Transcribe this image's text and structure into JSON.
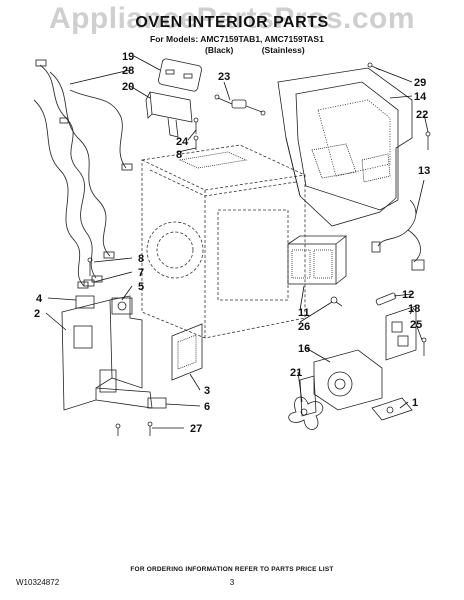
{
  "watermark": "AppliancePartsPros.com",
  "title": "OVEN INTERIOR PARTS",
  "models_line": "For Models: AMC7159TAB1, AMC7159TAS1",
  "color_labels": [
    "(Black)",
    "(Stainless)"
  ],
  "footer": {
    "ordering_info": "FOR ORDERING INFORMATION REFER TO PARTS PRICE LIST",
    "doc_number": "W10324872",
    "page_number": "3"
  },
  "callouts": [
    "19",
    "28",
    "20",
    "23",
    "29",
    "14",
    "22",
    "24",
    "8",
    "13",
    "8",
    "7",
    "5",
    "4",
    "2",
    "3",
    "6",
    "27",
    "11",
    "26",
    "12",
    "18",
    "25",
    "16",
    "21",
    "1"
  ]
}
